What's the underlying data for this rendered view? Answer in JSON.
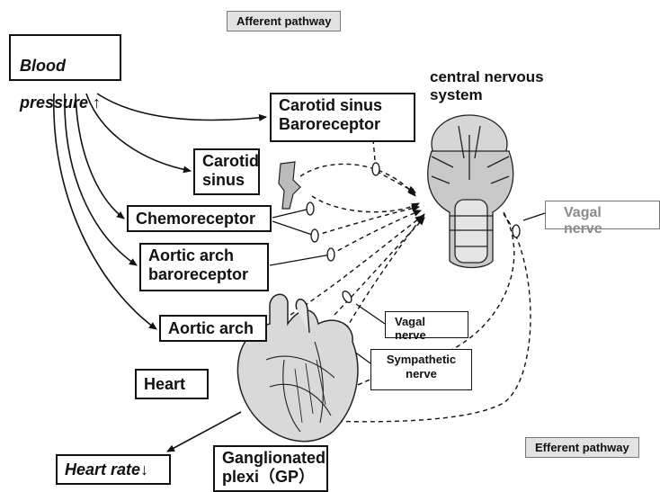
{
  "labels": {
    "afferent": "Afferent pathway",
    "efferent": "Efferent pathway",
    "blood_pressure_line1": "Blood",
    "blood_pressure_line2": "pressure ↑",
    "cns": "central nervous\nsystem",
    "carotid_sinus_baroreceptor": "Carotid sinus\nBaroreceptor",
    "carotid_sinus": "Carotid\nsinus",
    "chemoreceptor": "Chemoreceptor",
    "aortic_arch_baroreceptor": "Aortic arch\nbaroreceptor",
    "aortic_arch": "Aortic arch",
    "heart": "Heart",
    "heart_rate": "Heart rate↓",
    "gp": "Ganglionated\nplexi（GP）",
    "vagal_nerve_top": "Vagal nerve",
    "vagal_nerve_mid": "Vagal nerve",
    "sympathetic_nerve": "Sympathetic\nnerve"
  },
  "colors": {
    "line": "#111111",
    "vagal_top_text": "#8a8a8a",
    "gray_box": "#e2e2e2"
  }
}
